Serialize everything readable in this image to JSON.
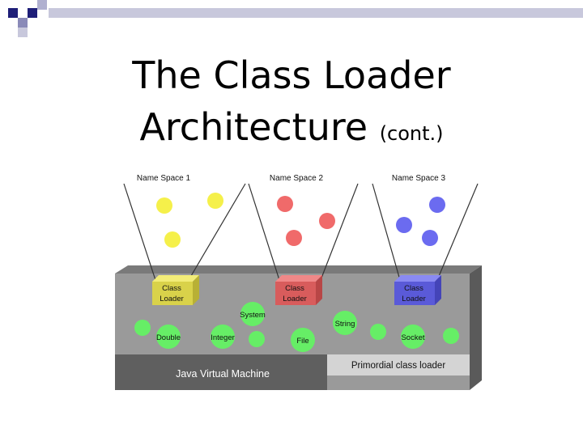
{
  "slide": {
    "title_line1": "The Class Loader",
    "title_line2_main": "Architecture",
    "title_line2_suffix": "(cont.)"
  },
  "diagram": {
    "name_spaces": [
      {
        "label": "Name Space 1",
        "color": "#f5f04a"
      },
      {
        "label": "Name Space 2",
        "color": "#f06a6a"
      },
      {
        "label": "Name Space 3",
        "color": "#6b6bf0"
      }
    ],
    "class_loaders": [
      {
        "label_line1": "Class",
        "label_line2": "Loader",
        "front": "#d9d24a",
        "top": "#f2ec78",
        "side": "#b8b035"
      },
      {
        "label_line1": "Class",
        "label_line2": "Loader",
        "front": "#d85c5c",
        "top": "#f08888",
        "side": "#b84646"
      },
      {
        "label_line1": "Class",
        "label_line2": "Loader",
        "front": "#5a5ad8",
        "top": "#8a8af2",
        "side": "#4444b8"
      }
    ],
    "classes": [
      "System",
      "Double",
      "Integer",
      "File",
      "String",
      "Socket"
    ],
    "jvm_label": "Java Virtual Machine",
    "primordial_label": "Primordial class loader",
    "class_color": "#66ee66"
  }
}
